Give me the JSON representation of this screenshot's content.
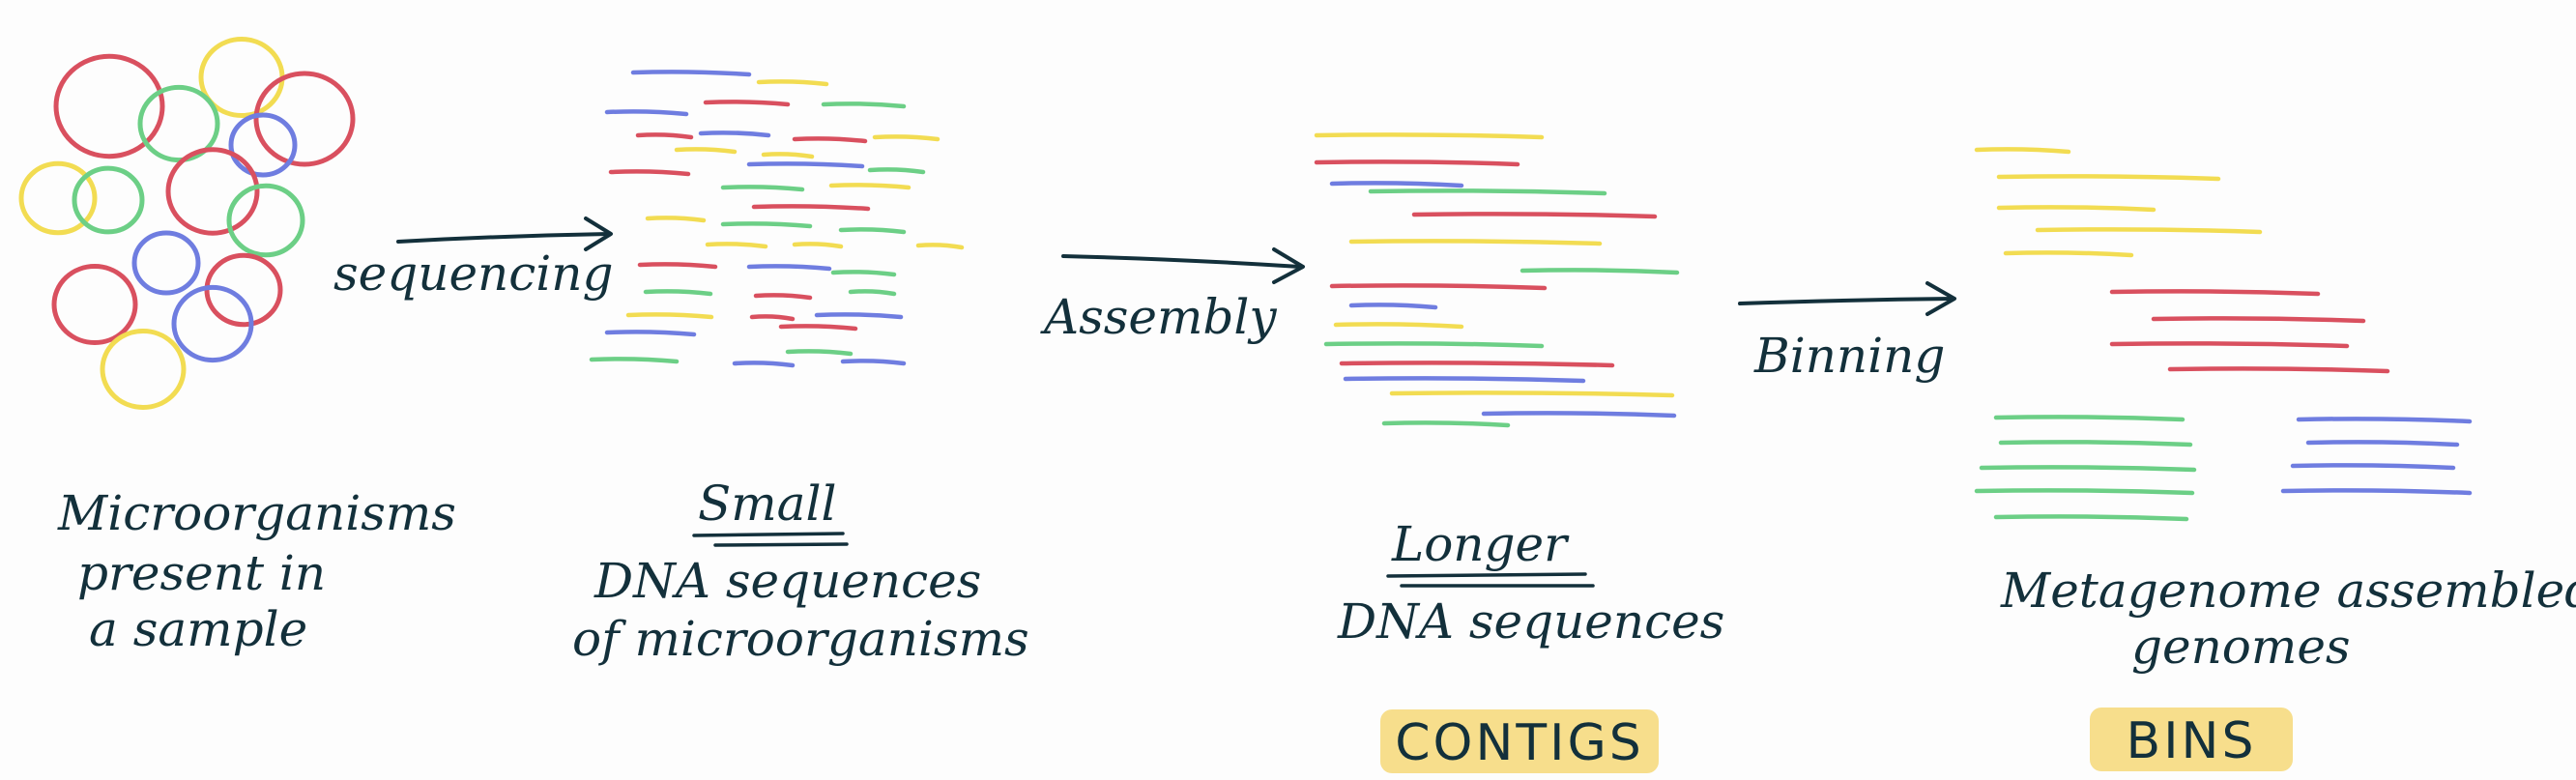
{
  "colors": {
    "red": "#d9505f",
    "green": "#6ccf86",
    "blue": "#6f7de0",
    "yellow": "#f2dc52",
    "ink": "#13303b",
    "badge": "#f7de8c"
  },
  "steps": {
    "sequencing": "sequencing",
    "assembly": "Assembly",
    "binning": "Binning"
  },
  "captions": {
    "microorganisms": [
      "Microorganisms",
      "present in",
      "a sample"
    ],
    "small": {
      "emphasis": "Small",
      "lines": [
        "DNA sequences",
        "of microorganisms"
      ]
    },
    "longer": {
      "emphasis": "Longer",
      "lines": [
        "DNA sequences"
      ]
    },
    "mags": [
      "Metagenome assembled",
      "genomes"
    ]
  },
  "badges": {
    "contigs": "CONTIGS",
    "bins": "BINS"
  }
}
